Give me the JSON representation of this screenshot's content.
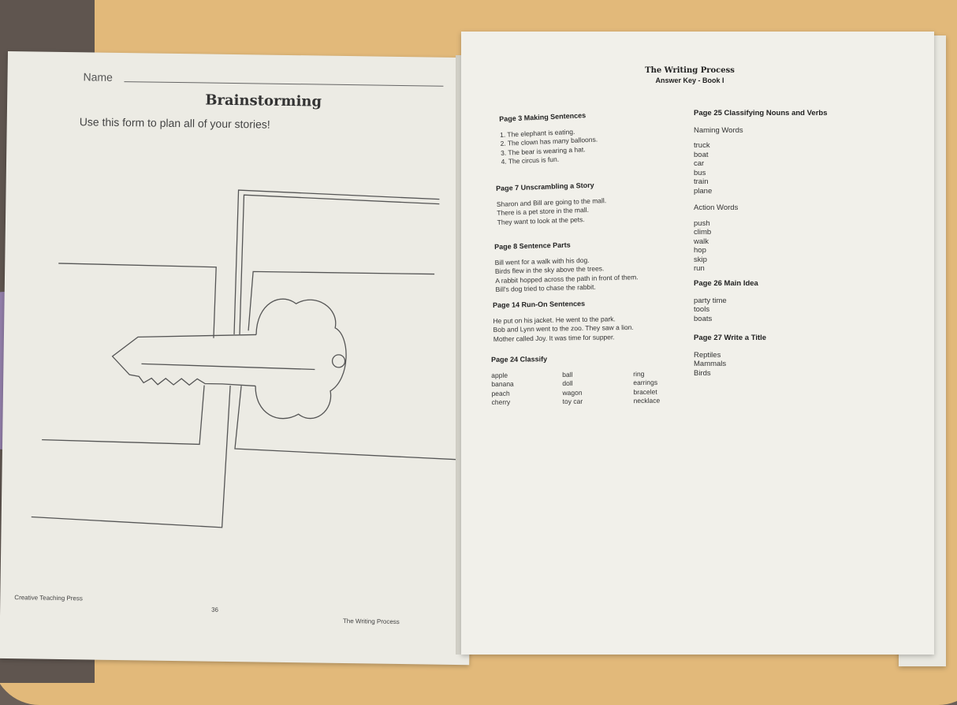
{
  "worksheet": {
    "name_label": "Name",
    "title": "Brainstorming",
    "subtitle": "Use this form to plan all of your stories!",
    "footer_left": "Creative Teaching Press",
    "footer_center": "36",
    "footer_right": "The Writing Process"
  },
  "answer_key": {
    "title": "The Writing Process",
    "subtitle": "Answer Key - Book I",
    "sections": [
      {
        "heading": "Page 3 Making Sentences",
        "lines": [
          "1. The elephant is eating.",
          "2. The clown has many balloons.",
          "3. The bear is wearing a hat.",
          "4. The circus is fun."
        ]
      },
      {
        "heading": "Page 7 Unscrambling a Story",
        "lines": [
          "Sharon and Bill are going to the mall.",
          "There is a pet store in the mall.",
          "They want to look at the pets."
        ]
      },
      {
        "heading": "Page 8 Sentence Parts",
        "lines": [
          "Bill went for a walk with his dog.",
          "Birds flew in the sky above the trees.",
          "A rabbit hopped across the path in front of them.",
          "Bill's dog tried to chase the rabbit."
        ]
      },
      {
        "heading": "Page 14 Run-On Sentences",
        "lines": [
          "He put on his jacket. He went to the park.",
          "Bob and Lynn went to the zoo. They saw a lion.",
          "Mother called Joy. It was time for supper."
        ]
      }
    ],
    "classify": {
      "heading": "Page 24 Classify",
      "columns": [
        [
          "apple",
          "banana",
          "peach",
          "cherry"
        ],
        [
          "ball",
          "doll",
          "wagon",
          "toy car"
        ],
        [
          "ring",
          "earrings",
          "bracelet",
          "necklace"
        ]
      ]
    },
    "right_column": {
      "p25_heading": "Page 25 Classifying Nouns and Verbs",
      "naming_label": "Naming Words",
      "naming_words": [
        "truck",
        "boat",
        "car",
        "bus",
        "train",
        "plane"
      ],
      "action_label": "Action Words",
      "action_words": [
        "push",
        "climb",
        "walk",
        "hop",
        "skip",
        "run"
      ],
      "p26_heading": "Page 26 Main Idea",
      "p26_items": [
        "party time",
        "tools",
        "boats"
      ],
      "p27_heading": "Page 27 Write a Title",
      "p27_items": [
        "Reptiles",
        "Mammals",
        "Birds"
      ]
    }
  }
}
